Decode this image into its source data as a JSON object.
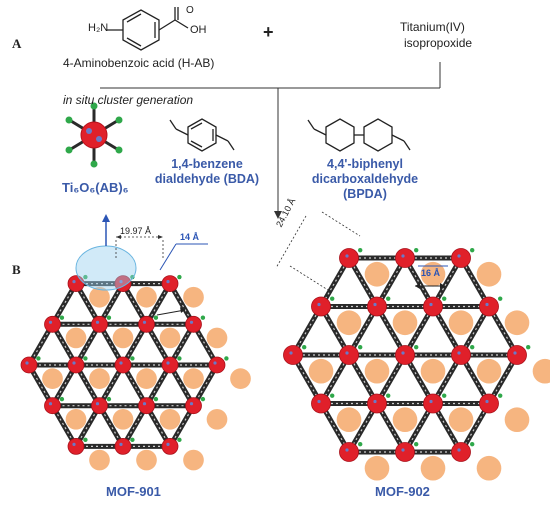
{
  "panel_a": {
    "letter": "A",
    "reactant1_group_nh2": "H₂N",
    "reactant1_group_oh": "OH",
    "reactant1_name": "4-Aminobenzoic acid (H-AB)",
    "plus": "+",
    "reactant2_line1": "Titanium(IV)",
    "reactant2_line2": "isopropoxide",
    "step_label": "in situ cluster generation",
    "cluster_label": "Ti₆O₆(AB)₆",
    "linker1_line1": "1,4-benzene",
    "linker1_line2": "dialdehyde (BDA)",
    "linker2_line1": "4,4'-biphenyl",
    "linker2_line2": "dicarboxaldehyde (BPDA)"
  },
  "panel_b": {
    "letter": "B",
    "mof1": {
      "name": "MOF-901",
      "distance_label": "19.97 Å",
      "pore_label": "14 Å"
    },
    "mof2": {
      "name": "MOF-902",
      "distance_label": "24.10 Å",
      "pore_label": "16 Å"
    }
  },
  "colors": {
    "cluster_red": "#e0202a",
    "framework_dark": "#2a2a2a",
    "framework_light": "#f5a86a",
    "label_blue": "#3a5aa8",
    "accent_green": "#2fa84a"
  }
}
